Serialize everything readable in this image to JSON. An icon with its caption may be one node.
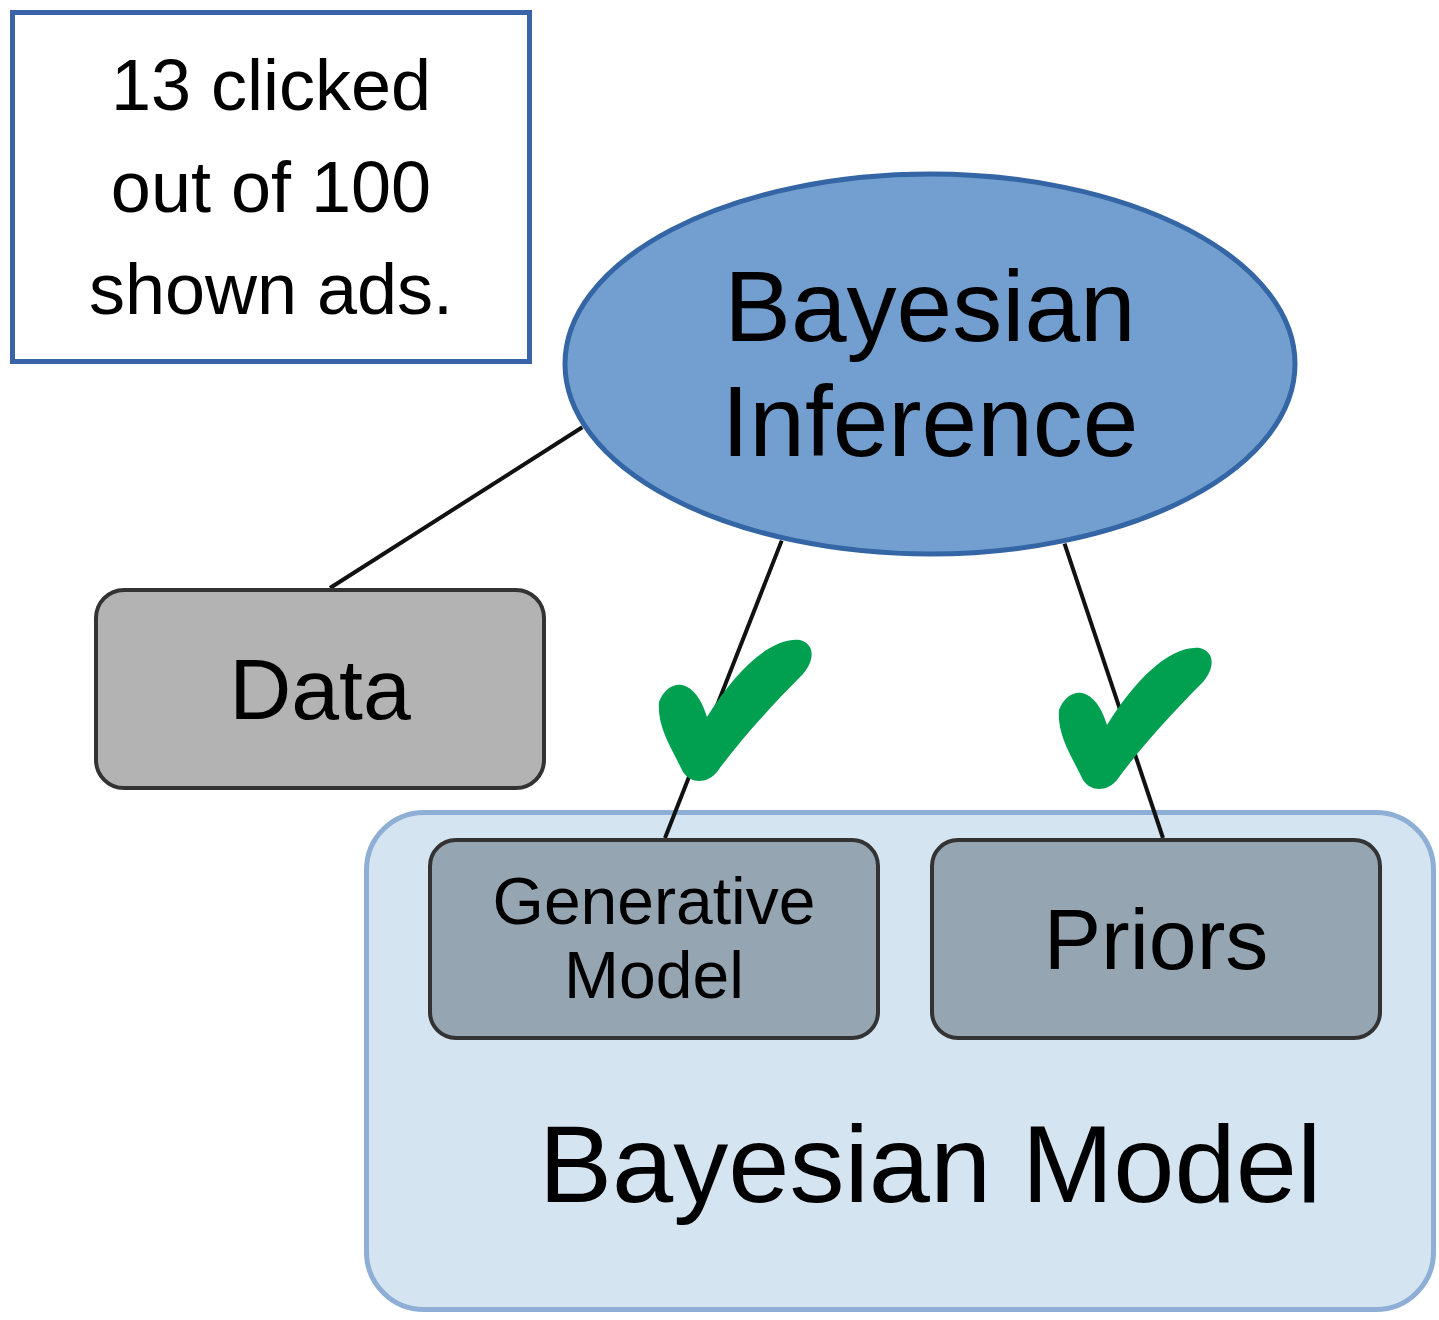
{
  "diagram": {
    "nodes": [
      {
        "text": [
          "13 clicked out of 100 shown ads."
        ]
      },
      {
        "text": [
          "Bayesian Inference"
        ]
      },
      {
        "text": [
          "Data"
        ]
      },
      {
        "text": [
          "Bayesian Model"
        ]
      },
      {
        "text": [
          "Generative Model"
        ],
        "in": 3
      },
      {
        "text": [
          "Priors"
        ],
        "in": 3
      }
    ],
    "edges": [
      {
        "from": 1,
        "to": 2,
        "arrow": "none"
      },
      {
        "from": 1,
        "to": 4,
        "arrow": "none"
      },
      {
        "from": 1,
        "to": 5,
        "arrow": "none"
      }
    ]
  }
}
